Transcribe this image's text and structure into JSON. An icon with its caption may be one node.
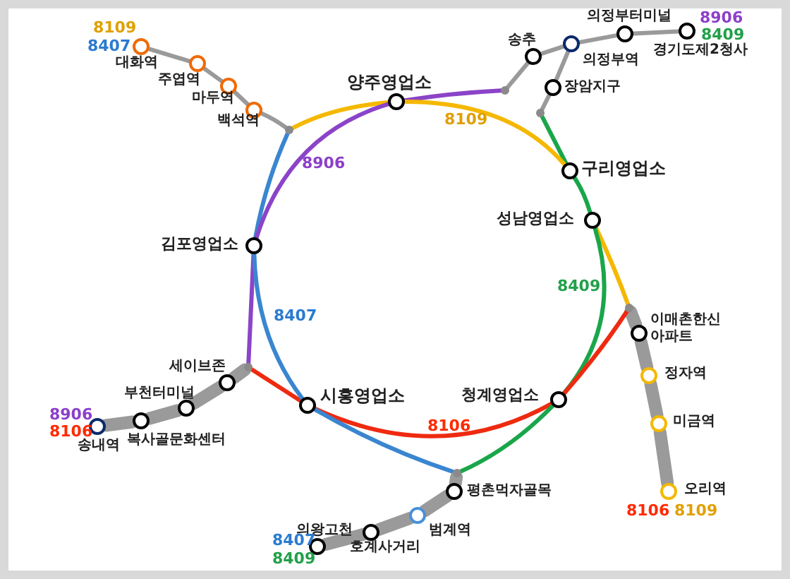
{
  "diagram": {
    "nodes": [
      {
        "text": [
          "대화역"
        ]
      },
      {
        "text": [
          "주엽역"
        ]
      },
      {
        "text": [
          "마두역"
        ]
      },
      {
        "text": [
          "백석역"
        ]
      },
      {
        "text": [],
        "shape": "circle"
      },
      {
        "text": [
          "양주영업소"
        ]
      },
      {
        "text": [],
        "shape": "circle"
      },
      {
        "text": [
          "송추"
        ]
      },
      {
        "text": [
          "의정부역"
        ]
      },
      {
        "text": [
          "의정부터미널"
        ]
      },
      {
        "text": [
          "경기도제2청사"
        ]
      },
      {
        "text": [
          "장암지구"
        ]
      },
      {
        "text": [],
        "shape": "circle"
      },
      {
        "text": [
          "구리영업소"
        ]
      },
      {
        "text": [
          "성남영업소"
        ]
      },
      {
        "text": [
          "김포영업소"
        ]
      },
      {
        "text": [],
        "shape": "circle"
      },
      {
        "text": [
          "이매촌한신 아파트"
        ]
      },
      {
        "text": [
          "정자역"
        ]
      },
      {
        "text": [
          "미금역"
        ]
      },
      {
        "text": [
          "오리역"
        ]
      },
      {
        "text": [],
        "shape": "circle"
      },
      {
        "text": [
          "세이브존"
        ]
      },
      {
        "text": [
          "부천터미널"
        ]
      },
      {
        "text": [
          "복사골문화센터"
        ]
      },
      {
        "text": [
          "송내역"
        ]
      },
      {
        "text": [
          "시흥영업소"
        ]
      },
      {
        "text": [
          "청계영업소"
        ]
      },
      {
        "text": [],
        "shape": "circle"
      },
      {
        "text": [
          "평촌먹자골목"
        ]
      },
      {
        "text": [
          "범계역"
        ]
      },
      {
        "text": [
          "호계사거리"
        ]
      },
      {
        "text": [
          "의왕고천"
        ]
      }
    ],
    "edges": [
      {
        "from": 0,
        "to": 1,
        "arrow": "none",
        "color": "#9a9a9a"
      },
      {
        "from": 1,
        "to": 2,
        "arrow": "none",
        "color": "#9a9a9a"
      },
      {
        "from": 2,
        "to": 3,
        "arrow": "none",
        "color": "#9a9a9a"
      },
      {
        "from": 3,
        "to": 4,
        "arrow": "none",
        "color": "#9a9a9a"
      },
      {
        "from": 4,
        "to": 5,
        "arrow": "none",
        "color": "#f5b800"
      },
      {
        "from": 4,
        "to": 15,
        "arrow": "none",
        "color": "#3a86d0"
      },
      {
        "from": 15,
        "to": 5,
        "arrow": "none",
        "color": "#8b44c8"
      },
      {
        "from": 5,
        "to": 6,
        "arrow": "none",
        "color": "#8b44c8"
      },
      {
        "from": 6,
        "to": 7,
        "arrow": "none",
        "color": "#9a9a9a"
      },
      {
        "from": 7,
        "to": 8,
        "arrow": "none",
        "color": "#9a9a9a"
      },
      {
        "from": 8,
        "to": 9,
        "arrow": "none",
        "color": "#9a9a9a"
      },
      {
        "from": 9,
        "to": 10,
        "arrow": "none",
        "color": "#9a9a9a"
      },
      {
        "from": 8,
        "to": 11,
        "arrow": "none",
        "color": "#9a9a9a"
      },
      {
        "from": 11,
        "to": 12,
        "arrow": "none",
        "color": "#9a9a9a"
      },
      {
        "from": 12,
        "to": 13,
        "arrow": "none",
        "color": "#1aa64a"
      },
      {
        "from": 5,
        "to": 13,
        "arrow": "none",
        "color": "#f5b800"
      },
      {
        "from": 13,
        "to": 14,
        "arrow": "none",
        "color": "#1aa64a"
      },
      {
        "from": 14,
        "to": 16,
        "arrow": "none",
        "color": "#f5b800"
      },
      {
        "from": 16,
        "to": 17,
        "arrow": "none",
        "style": "thick"
      },
      {
        "from": 17,
        "to": 18,
        "arrow": "none",
        "style": "thick"
      },
      {
        "from": 18,
        "to": 19,
        "arrow": "none",
        "style": "thick"
      },
      {
        "from": 19,
        "to": 20,
        "arrow": "none",
        "style": "thick"
      },
      {
        "from": 14,
        "to": 27,
        "arrow": "none",
        "color": "#1aa64a"
      },
      {
        "from": 16,
        "to": 27,
        "arrow": "none",
        "color": "#ee2a10"
      },
      {
        "from": 27,
        "to": 26,
        "arrow": "none",
        "color": "#ee2a10"
      },
      {
        "from": 26,
        "to": 21,
        "arrow": "none",
        "color": "#ee2a10"
      },
      {
        "from": 15,
        "to": 21,
        "arrow": "none",
        "color": "#8b44c8"
      },
      {
        "from": 21,
        "to": 22,
        "arrow": "none",
        "style": "thick"
      },
      {
        "from": 22,
        "to": 23,
        "arrow": "none",
        "style": "thick"
      },
      {
        "from": 23,
        "to": 24,
        "arrow": "none",
        "style": "thick"
      },
      {
        "from": 24,
        "to": 25,
        "arrow": "none",
        "style": "thick"
      },
      {
        "from": 26,
        "to": 15,
        "arrow": "none",
        "color": "#3a86d0"
      },
      {
        "from": 26,
        "to": 28,
        "arrow": "none",
        "color": "#3a86d0"
      },
      {
        "from": 27,
        "to": 28,
        "arrow": "none",
        "color": "#1aa64a"
      },
      {
        "from": 28,
        "to": 29,
        "arrow": "none",
        "style": "thick"
      },
      {
        "from": 29,
        "to": 30,
        "arrow": "none",
        "style": "thick"
      },
      {
        "from": 30,
        "to": 31,
        "arrow": "none",
        "style": "thick"
      },
      {
        "from": 31,
        "to": 32,
        "arrow": "none",
        "style": "thick"
      }
    ],
    "labels": [
      "8109",
      "8407",
      "8906",
      "8109",
      "8906",
      "8409",
      "8407",
      "8409",
      "8106",
      "8906",
      "8106",
      "8407",
      "8409",
      "8106",
      "8109"
    ]
  }
}
